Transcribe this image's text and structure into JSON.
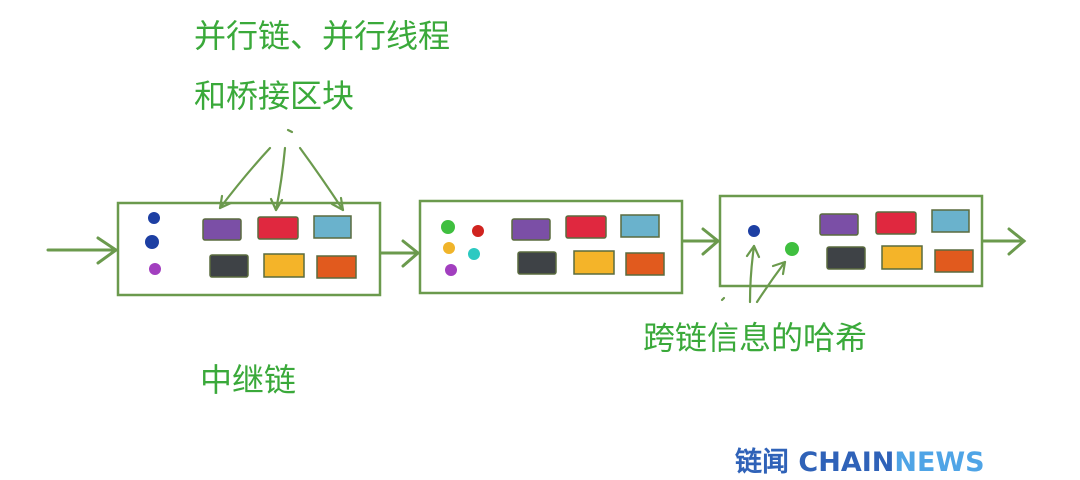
{
  "labels": {
    "top_line1": "并行链、并行线程",
    "top_line2": "和桥接区块",
    "hash_note": "跨链信息的哈希",
    "relay_chain": "中继链"
  },
  "watermark": {
    "cn": "链闻",
    "en_a": "CHAIN",
    "en_b": "NEWS"
  },
  "colors": {
    "stroke_green": "#6b9a4d",
    "text_green": "#3aa93a",
    "purple": "#7b4fa6",
    "red": "#e0283f",
    "teal": "#6ab2cc",
    "charcoal": "#3e4246",
    "yellow": "#f4b429",
    "orange": "#e15a1e"
  },
  "blocks": [
    {
      "id": "block-1",
      "dots": [
        "#1d3fa3",
        "#1d3fa3",
        "#a23fbf"
      ],
      "row1": [
        "purple",
        "red",
        "teal"
      ],
      "row2": [
        "charcoal",
        "yellow",
        "orange"
      ]
    },
    {
      "id": "block-2",
      "dots": [
        "#3fbf3f",
        "#d0231f",
        "#f0b42a",
        "#2cc9c1",
        "#a23fbf"
      ],
      "row1": [
        "purple",
        "red",
        "teal"
      ],
      "row2": [
        "charcoal",
        "yellow",
        "orange"
      ]
    },
    {
      "id": "block-3",
      "dots": [
        "#1d3fa3",
        "#3fbf3f"
      ],
      "row1": [
        "purple",
        "red",
        "teal"
      ],
      "row2": [
        "charcoal",
        "yellow",
        "orange"
      ]
    }
  ]
}
